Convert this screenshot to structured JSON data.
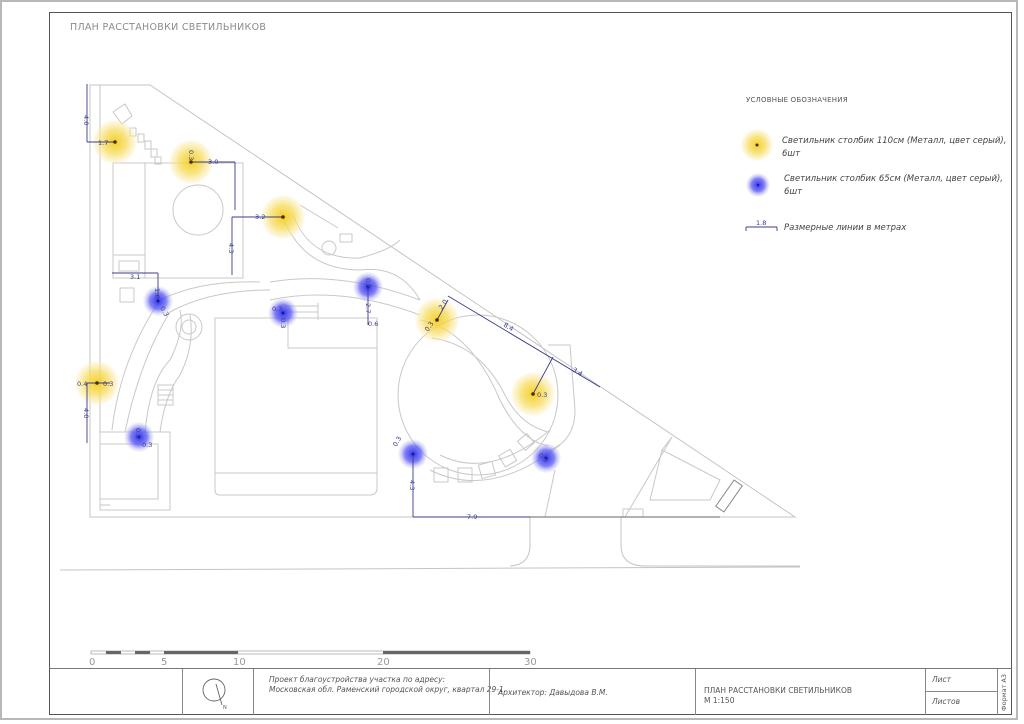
{
  "sheet": {
    "title": "ПЛАН РАССТАНОВКИ СВЕТИЛЬНИКОВ"
  },
  "legend": {
    "title": "УСЛОВНЫЕ ОБОЗНАЧЕНИЯ",
    "items": [
      {
        "icon": "lamp-110-icon",
        "color": "#f5d33a",
        "text_line1": "Светильник столбик 110см (Металл, цвет серый),",
        "text_line2": "6шт"
      },
      {
        "icon": "lamp-65-icon",
        "color": "#4a4af0",
        "text_line1": "Светильник столбик 65см (Металл, цвет серый),",
        "text_line2": "6шт"
      },
      {
        "icon": "dimension-line-icon",
        "sample_value": "1.8",
        "text_line1": "Размерные линии в метрах"
      }
    ]
  },
  "colors": {
    "lamp_tall": "#f5d33a",
    "lamp_short": "#3d3df2",
    "dimension": "#3b3b8c",
    "plan_lines": "#c4c4c4"
  },
  "dimensions": {
    "d1": "4.0",
    "d2": "1.7",
    "d3": "0.3",
    "d4": "3.0",
    "d5": "3.2",
    "d6": "4.3",
    "d7": "3.1",
    "d8": "1.6",
    "d9": "0.3",
    "d10": "0.3",
    "d11": "0.3",
    "d12": "0.3",
    "d13": "2.7",
    "d14": "0.6",
    "d15": "2.0",
    "d16": "0.3",
    "d17": "8.4",
    "d18": "3.4",
    "d19": "0.3",
    "d20": "0.4",
    "d21": "0.3",
    "d22": "4.0",
    "d23": "0.3",
    "d24": "0.3",
    "d25": "0.3",
    "d26": "4.3",
    "d27": "7.9",
    "d28": "0.3"
  },
  "scale_bar": {
    "labels": [
      "0",
      "5",
      "10",
      "20",
      "30"
    ]
  },
  "title_block": {
    "north_label": "N",
    "project_line1": "Проект благоустройства участка по адресу:",
    "project_line2": "Московская обл. Раменский городской округ, квартал 29-1.",
    "architect": "Архитектор: Давыдова В.М.",
    "drawing_title": "ПЛАН РАССТАНОВКИ СВЕТИЛЬНИКОВ",
    "scale": "М 1:150",
    "sheet_label": "Лист",
    "sheets_label": "Листов",
    "format": "Формат А3"
  }
}
